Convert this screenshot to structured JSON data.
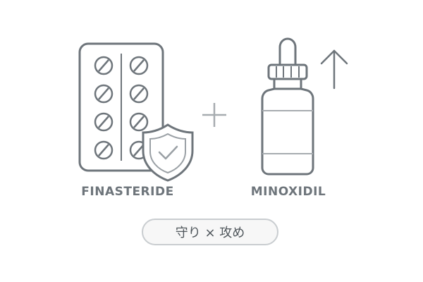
{
  "labels": {
    "left": "FINASTERIDE",
    "right": "MINOXIDIL"
  },
  "badge": {
    "text": "守り × 攻め"
  },
  "icons": {
    "left": "pill-blister-icon",
    "shield": "shield-check-icon",
    "plus": "plus-icon",
    "right": "dropper-bottle-icon",
    "arrow": "arrow-up-icon"
  },
  "colors": {
    "stroke": "#6e757b",
    "text": "#6e757b",
    "badge_border": "#c9cdd0",
    "badge_bg": "#f7f7f7"
  }
}
